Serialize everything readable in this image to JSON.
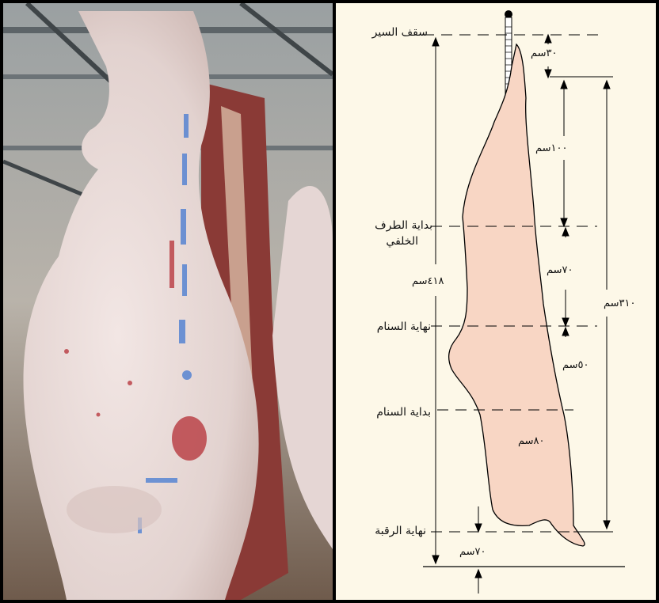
{
  "labels": {
    "conveyor_ceiling": "سقف السير",
    "hind_start_line1": "بداية الطرف",
    "hind_start_line2": "الخلفي",
    "hump_end": "نهاية السنام",
    "hump_start": "بداية السنام",
    "neck_end": "نهاية الرقبة"
  },
  "dimensions": {
    "top_gap": "٣٠سم",
    "hind_segment": "١٠٠سم",
    "mid_segment": "٧٠سم",
    "hump_segment": "٥٠سم",
    "neck_segment": "٨٠سم",
    "bottom_gap": "٧٠سم",
    "total_height": "٤١٨سم",
    "carcass_length": "٣١٠سم"
  },
  "colors": {
    "carcass_fill": "#f8d6c4",
    "background": "#fdf8e8",
    "frame": "#000000"
  }
}
